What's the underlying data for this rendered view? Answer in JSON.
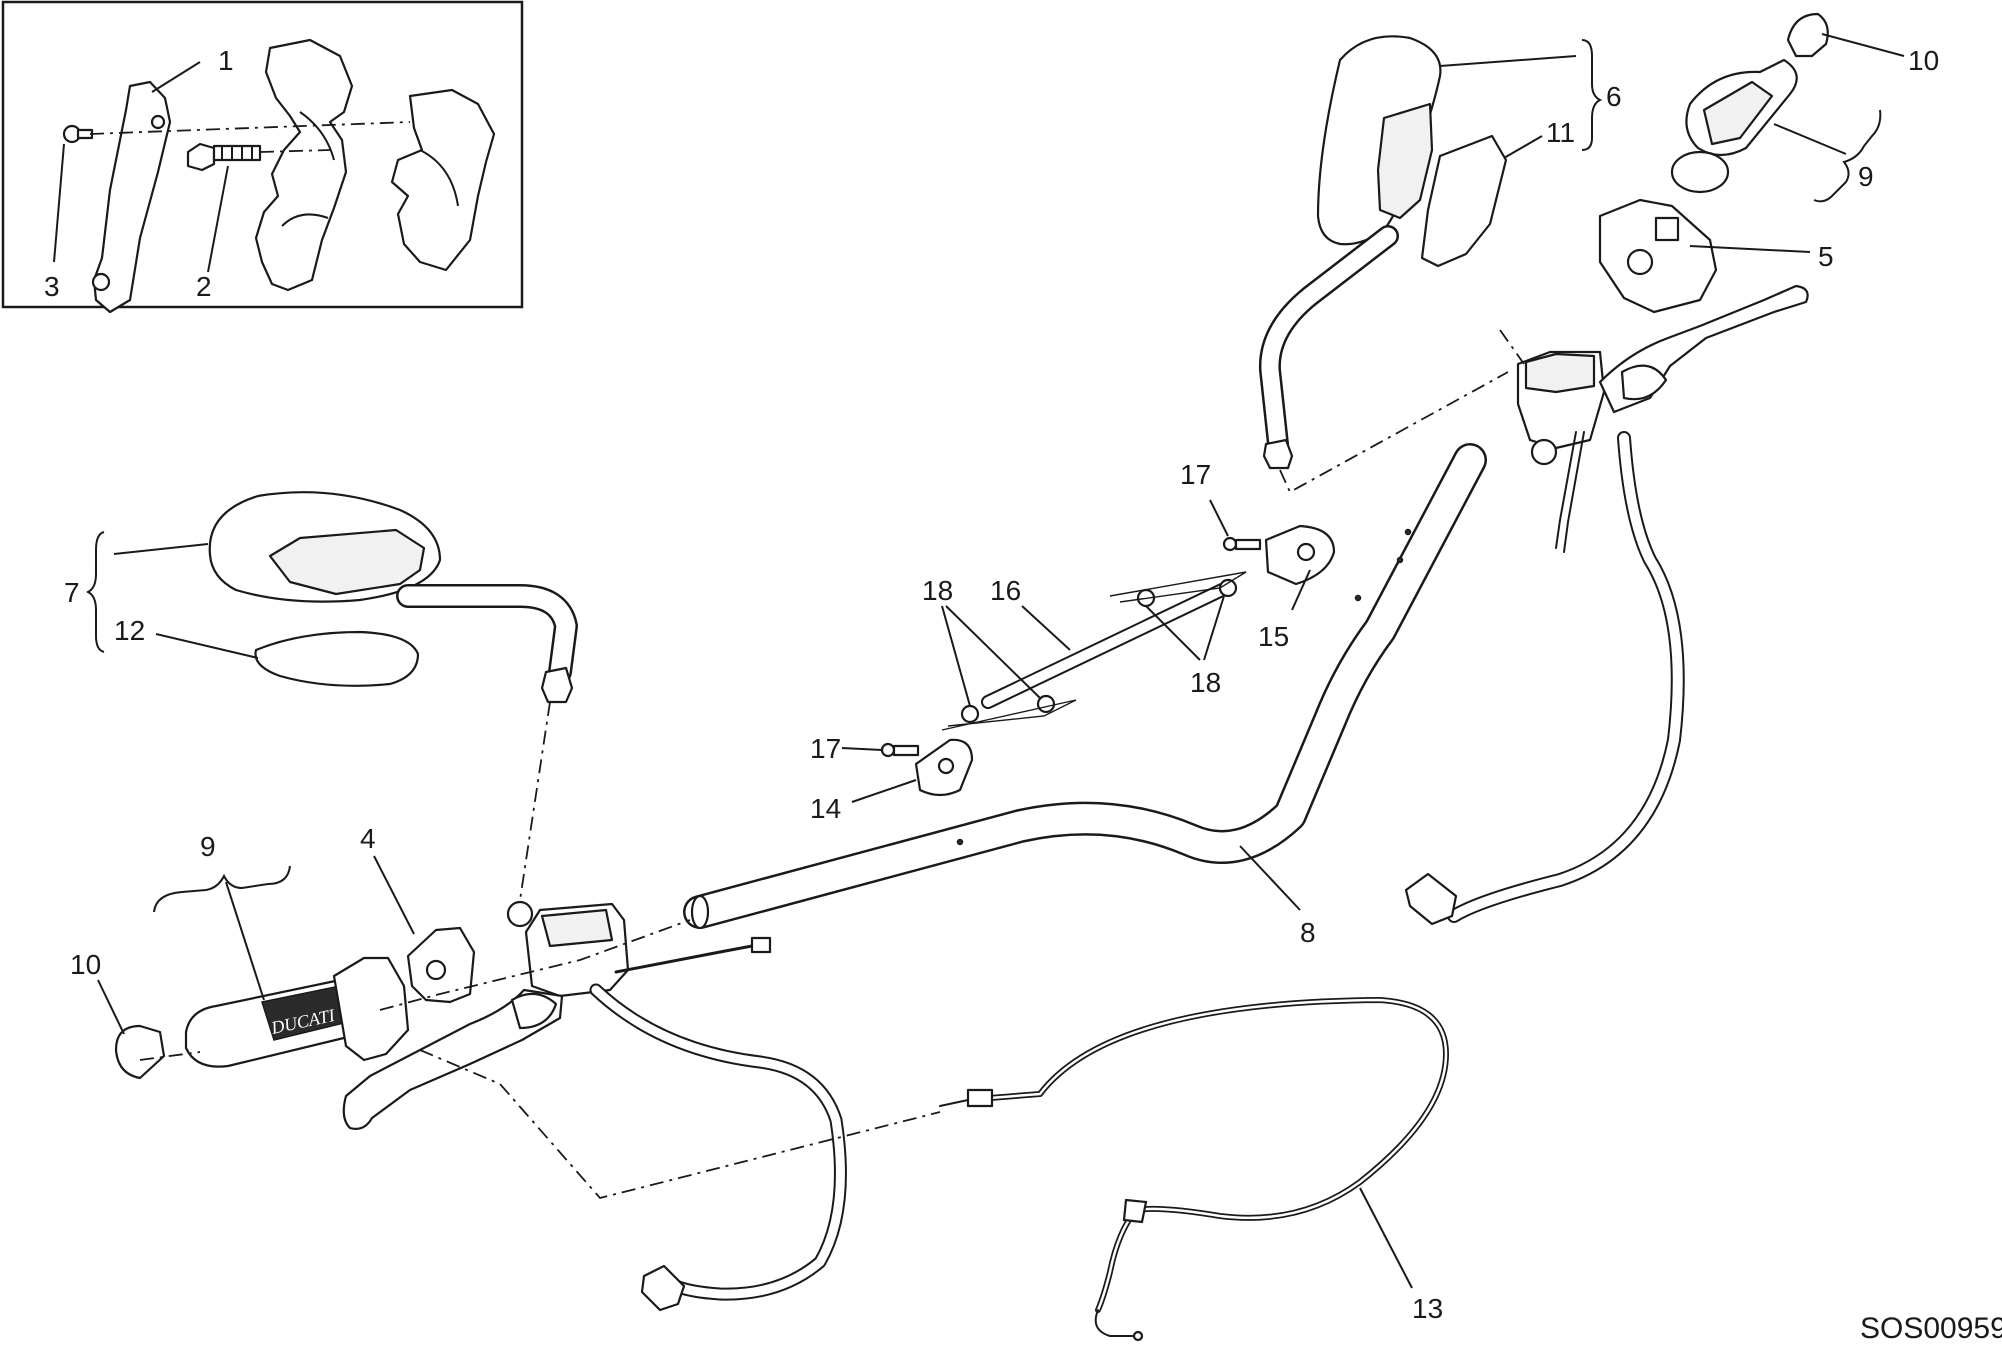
{
  "drawing_code": "SOS00959",
  "grip_brand": "DUCATI",
  "callouts": {
    "inset_1": "1",
    "inset_2": "2",
    "inset_3": "3",
    "left_switch_4": "4",
    "right_switch_5": "5",
    "right_mirror_6": "6",
    "left_mirror_7": "7",
    "handlebar_8": "8",
    "left_grip_9": "9",
    "right_grip_9": "9",
    "left_bar_end_10": "10",
    "right_bar_end_10": "10",
    "right_mirror_cover_11": "11",
    "left_mirror_cover_12": "12",
    "throttle_cable_13": "13",
    "bracket_14": "14",
    "bracket_15": "15",
    "bar_16": "16",
    "screw_17_upper": "17",
    "screw_17_lower": "17",
    "washers_18_left": "18",
    "washers_18_right": "18"
  }
}
